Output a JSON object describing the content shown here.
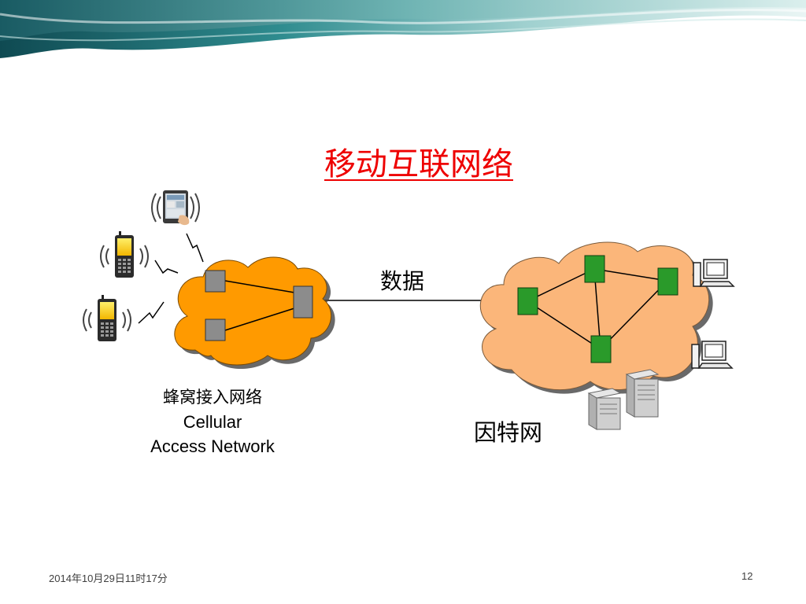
{
  "slide": {
    "title": "移动互联网络",
    "data_label": "数据",
    "cellular_network": {
      "label_zh": "蜂窝接入网络",
      "label_en_line1": "Cellular",
      "label_en_line2": "Access Network"
    },
    "internet_label": "因特网",
    "footer": {
      "date": "2014年10月29日11时17分",
      "page_number": "12"
    }
  },
  "colors": {
    "title": "#ee0000",
    "cellular_cloud": "#ff9a00",
    "internet_cloud": "#fbb67a",
    "cellular_node": "#8c8c8c",
    "internet_node": "#2a9a2a",
    "header_band": "#2e7a86"
  },
  "icons": [
    "tablet-icon",
    "mobile-phone-icon",
    "lightning-signal-icon",
    "computer-icon",
    "server-icon"
  ]
}
